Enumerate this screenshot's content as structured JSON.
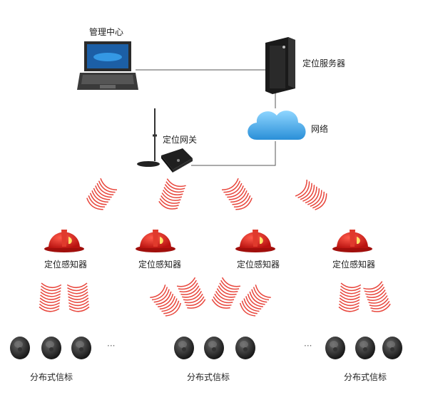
{
  "labels": {
    "management_center": "管理中心",
    "positioning_server": "定位服务器",
    "network": "网络",
    "gateway": "定位网关",
    "sensor": "定位感知器",
    "beacon": "分布式信标",
    "ellipsis": "···"
  },
  "colors": {
    "wave": "#e8463c",
    "helmet": "#d41f1f",
    "cloud": "#3fa8e6",
    "line": "#555555",
    "device": "#1f1f1f"
  },
  "icons": [
    "laptop-icon",
    "server-icon",
    "cloud-icon",
    "router-icon",
    "helmet-icon",
    "beacon-icon",
    "signal-waves-icon"
  ]
}
